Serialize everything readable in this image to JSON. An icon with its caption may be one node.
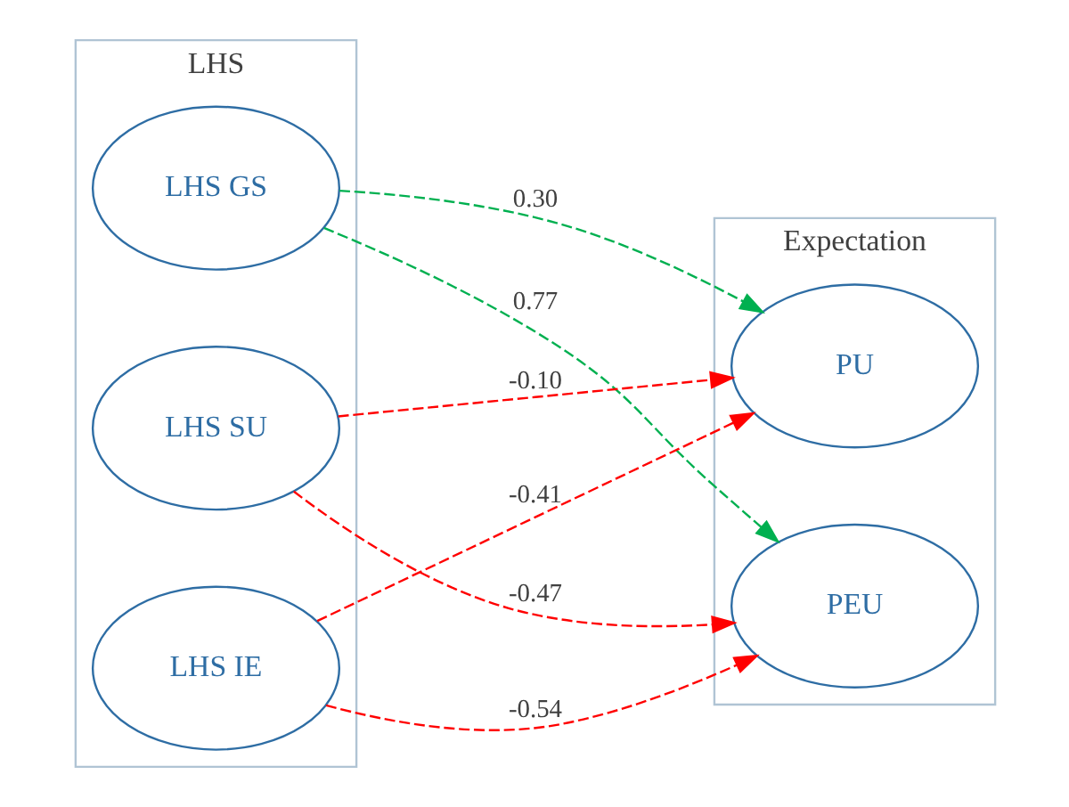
{
  "diagram": {
    "nodes": [
      {
        "text": [
          "LHS"
        ]
      },
      {
        "text": [
          "LHS GS"
        ],
        "in": 0
      },
      {
        "text": [
          "LHS SU"
        ],
        "in": 0
      },
      {
        "text": [
          "LHS IE"
        ],
        "in": 0
      },
      {
        "text": [
          "Expectation"
        ]
      },
      {
        "text": [
          "PU"
        ],
        "in": 4
      },
      {
        "text": [
          "PEU"
        ],
        "in": 4
      }
    ],
    "edges": [
      {
        "from": 1,
        "to": 5,
        "arrow": "to",
        "label": "0.30",
        "style": "dashed",
        "color": "#00b050"
      },
      {
        "from": 1,
        "to": 6,
        "arrow": "to",
        "label": "0.77",
        "style": "dashed",
        "color": "#00b050"
      },
      {
        "from": 2,
        "to": 5,
        "arrow": "to",
        "label": "-0.10",
        "style": "dashed"
      },
      {
        "from": 2,
        "to": 6,
        "arrow": "to",
        "label": "-0.47",
        "style": "dashed"
      },
      {
        "from": 3,
        "to": 5,
        "arrow": "to",
        "label": "-0.41",
        "style": "dashed"
      },
      {
        "from": 3,
        "to": 6,
        "arrow": "to",
        "label": "-0.54",
        "style": "dashed"
      }
    ]
  }
}
